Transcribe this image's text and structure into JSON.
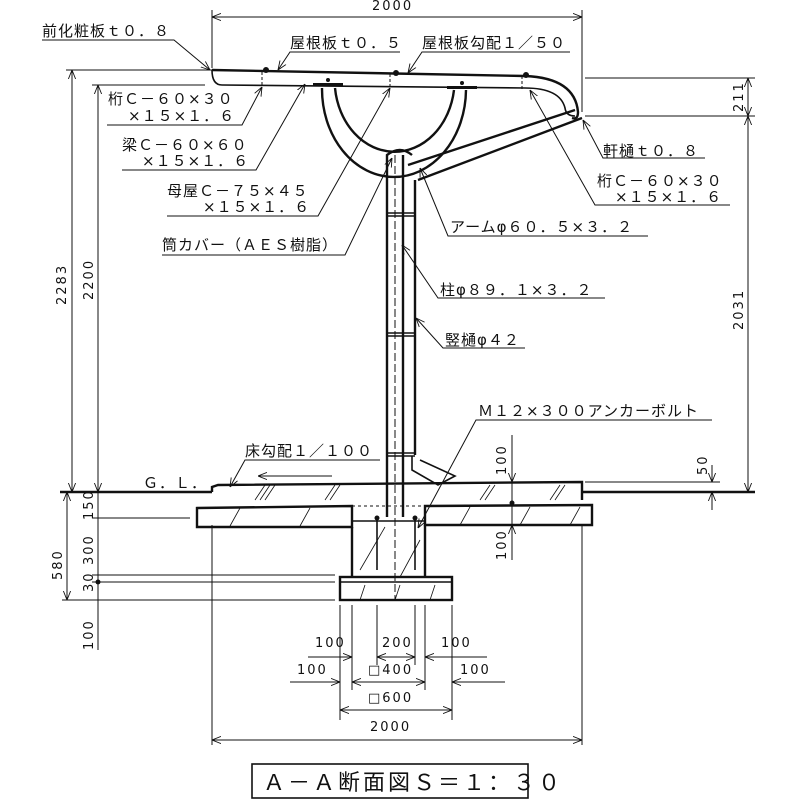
{
  "overall_width_top": "2000",
  "labels": {
    "front_fascia": "前化粧板ｔ０．８",
    "roof_panel": "屋根板ｔ０．５",
    "roof_slope": "屋根板勾配１／５０",
    "girder_left_1": "桁Ｃ－６０×３０",
    "girder_left_2": "×１５×１．６",
    "beam_1": "梁Ｃ－６０×６０",
    "beam_2": "×１５×１．６",
    "purlin_1": "母屋Ｃ－７５×４５",
    "purlin_2": "×１５×１．６",
    "tube_cover": "筒カバー（ＡＥＳ樹脂）",
    "eaves_gutter": "軒樋ｔ０．８",
    "girder_right_1": "桁Ｃ－６０×３０",
    "girder_right_2": "×１５×１．６",
    "arm": "アームφ６０．５×３．２",
    "column": "柱φ８９．１×３．２",
    "downpipe": "竪樋φ４２",
    "anchor_bolt": "Ｍ１２×３００アンカーボルト",
    "floor_slope": "床勾配１／１００",
    "ground_level": "Ｇ．Ｌ．"
  },
  "dims": {
    "left_total": "2283",
    "left_inner": "2200",
    "right_top": "211",
    "right_main": "2031",
    "right_gl": "50",
    "slab_top": "100",
    "slab_bottom": "100",
    "depth_total": "580",
    "d150": "150",
    "d300": "300",
    "d30": "30",
    "d100": "100",
    "row1": [
      "100",
      "200",
      "100"
    ],
    "row2": [
      "100",
      "□400",
      "100"
    ],
    "base": "□600",
    "bottom_total": "2000"
  },
  "title": "Ａ－Ａ断面図Ｓ＝１：３０"
}
